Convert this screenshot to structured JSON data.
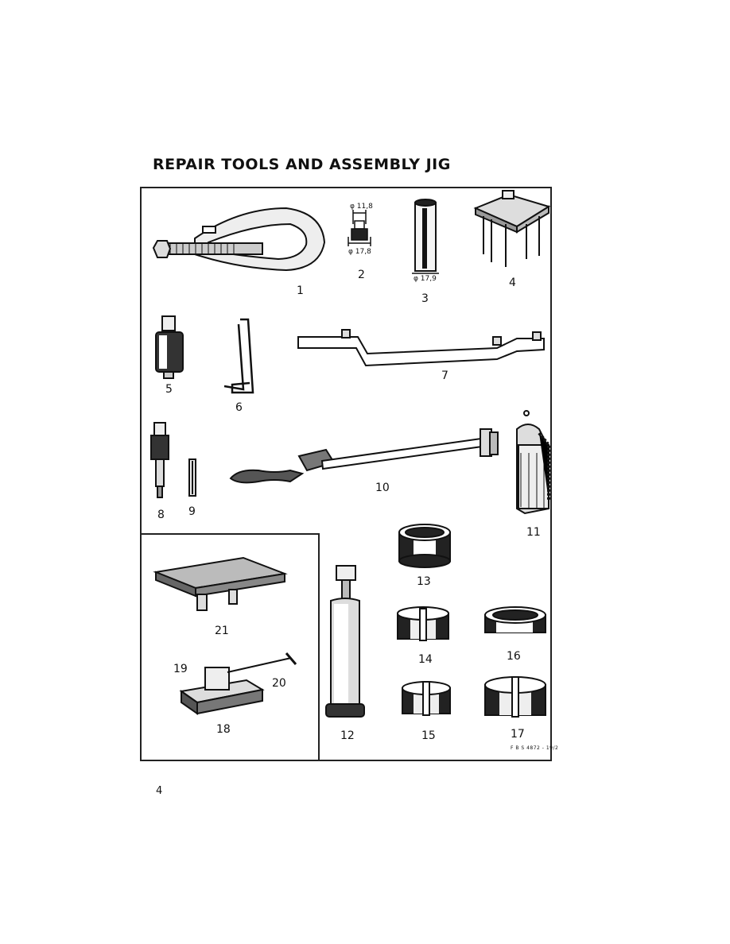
{
  "title": "REPAIR TOOLS AND ASSEMBLY JIG",
  "labels": {
    "n1": "1",
    "n2": "2",
    "n3": "3",
    "n4": "4",
    "n5": "5",
    "n6": "6",
    "n7": "7",
    "n8": "8",
    "n9": "9",
    "n10": "10",
    "n11": "11",
    "n12": "12",
    "n13": "13",
    "n14": "14",
    "n15": "15",
    "n16": "16",
    "n17": "17",
    "n18": "18",
    "n19": "19",
    "n20": "20",
    "n21": "21"
  },
  "dimensions": {
    "tool2_top": "φ 11,8",
    "tool2_bottom": "φ 17,8",
    "tool3_bottom": "φ 17,9"
  },
  "figure_code": "F B S 4872 - 19/2",
  "page_number": "4"
}
